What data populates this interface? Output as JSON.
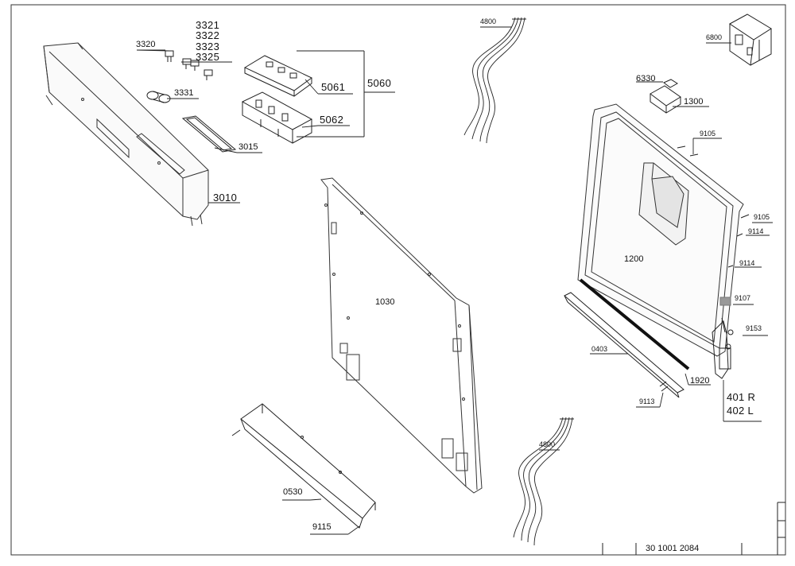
{
  "document_number": "30 1001 2084",
  "callouts": {
    "c3320": "3320",
    "c3321": "3321",
    "c3322": "3322",
    "c3323": "3323",
    "c3325": "3325",
    "c3331": "3331",
    "c3015": "3015",
    "c3010": "3010",
    "c5060": "5060",
    "c5061": "5061",
    "c5062": "5062",
    "c1030": "1030",
    "c0530": "0530",
    "c9115": "9115",
    "c4800a": "4800",
    "c4800b": "4800",
    "c6800": "6800",
    "c6330": "6330",
    "c1300": "1300",
    "c9105a": "9105",
    "c9105b": "9105",
    "c9114a": "9114",
    "c9114b": "9114",
    "c1200": "1200",
    "c9107": "9107",
    "c9153": "9153",
    "c0403": "0403",
    "c1920": "1920",
    "c9113": "9113",
    "c401r": "401 R",
    "c402l": "402 L"
  }
}
